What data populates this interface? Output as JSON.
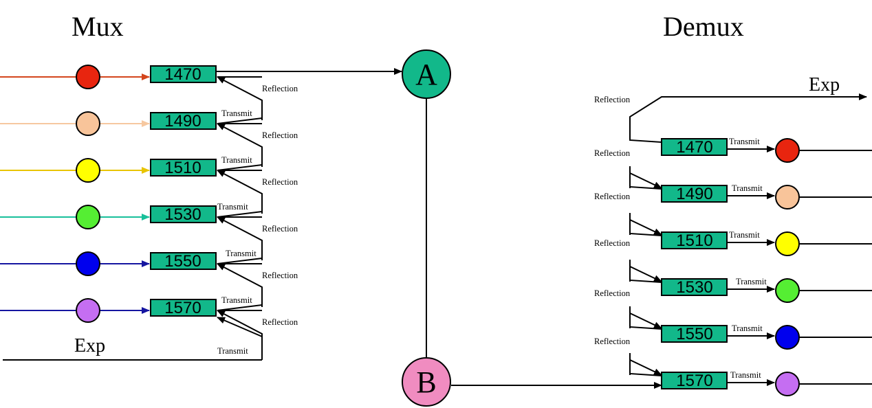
{
  "titles": {
    "mux": "Mux",
    "demux": "Demux"
  },
  "nodes": {
    "a": {
      "label": "A",
      "color": "#12b88a"
    },
    "b": {
      "label": "B",
      "color": "#f08cc0"
    }
  },
  "filter_color": "#12b88a",
  "labels": {
    "reflection": "Reflection",
    "transmit": "Transmit",
    "exp": "Exp"
  },
  "channels": [
    {
      "wavelength": "1470",
      "color": "#e8250f"
    },
    {
      "wavelength": "1490",
      "color": "#f8c49a"
    },
    {
      "wavelength": "1510",
      "color": "#ffff00"
    },
    {
      "wavelength": "1530",
      "color": "#55ee33"
    },
    {
      "wavelength": "1550",
      "color": "#0000ee"
    },
    {
      "wavelength": "1570",
      "color": "#c56ef2"
    }
  ],
  "mux_input_line_colors": [
    "#d4451c",
    "#f6c8a0",
    "#e8c400",
    "#18c09a",
    "#1515a0",
    "#1515a0"
  ],
  "arrow_color": "#000000"
}
